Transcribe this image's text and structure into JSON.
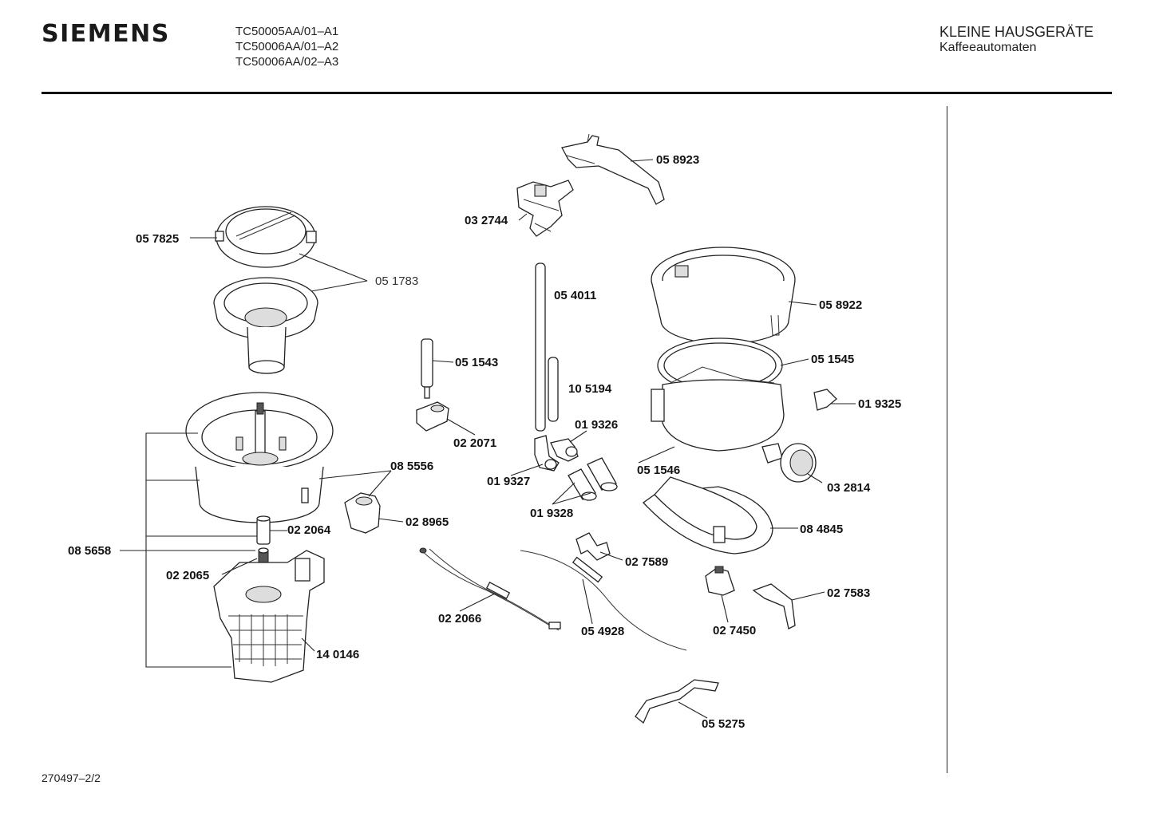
{
  "header": {
    "brand": "SIEMENS",
    "models": [
      "TC50005AA/01–A1",
      "TC50006AA/01–A2",
      "TC50006AA/02–A3"
    ],
    "category": "KLEINE HAUSGERÄTE",
    "subcategory": "Kaffeeautomaten"
  },
  "footer": {
    "doc_ref": "270497–2/2"
  },
  "parts": [
    {
      "key": "p058923",
      "number": "05 8923"
    },
    {
      "key": "p032744",
      "number": "03 2744"
    },
    {
      "key": "p057825",
      "number": "05 7825"
    },
    {
      "key": "p051783",
      "number": "05 1783"
    },
    {
      "key": "p054011",
      "number": "05 4011"
    },
    {
      "key": "p058922",
      "number": "05 8922"
    },
    {
      "key": "p051543",
      "number": "05 1543"
    },
    {
      "key": "p051545",
      "number": "05 1545"
    },
    {
      "key": "p105194",
      "number": "10 5194"
    },
    {
      "key": "p019325",
      "number": "01 9325"
    },
    {
      "key": "p019326",
      "number": "01 9326"
    },
    {
      "key": "p022071",
      "number": "02 2071"
    },
    {
      "key": "p085556",
      "number": "08 5556"
    },
    {
      "key": "p051546",
      "number": "05 1546"
    },
    {
      "key": "p019327",
      "number": "01 9327"
    },
    {
      "key": "p032814",
      "number": "03 2814"
    },
    {
      "key": "p028965",
      "number": "02 8965"
    },
    {
      "key": "p019328",
      "number": "01 9328"
    },
    {
      "key": "p022064",
      "number": "02 2064"
    },
    {
      "key": "p084845",
      "number": "08 4845"
    },
    {
      "key": "p085658",
      "number": "08 5658"
    },
    {
      "key": "p027589",
      "number": "02 7589"
    },
    {
      "key": "p022065",
      "number": "02 2065"
    },
    {
      "key": "p027583",
      "number": "02 7583"
    },
    {
      "key": "p027450",
      "number": "02 7450"
    },
    {
      "key": "p022066",
      "number": "02 2066"
    },
    {
      "key": "p054928",
      "number": "05 4928"
    },
    {
      "key": "p140146",
      "number": "14 0146"
    },
    {
      "key": "p055275",
      "number": "05 5275"
    }
  ]
}
